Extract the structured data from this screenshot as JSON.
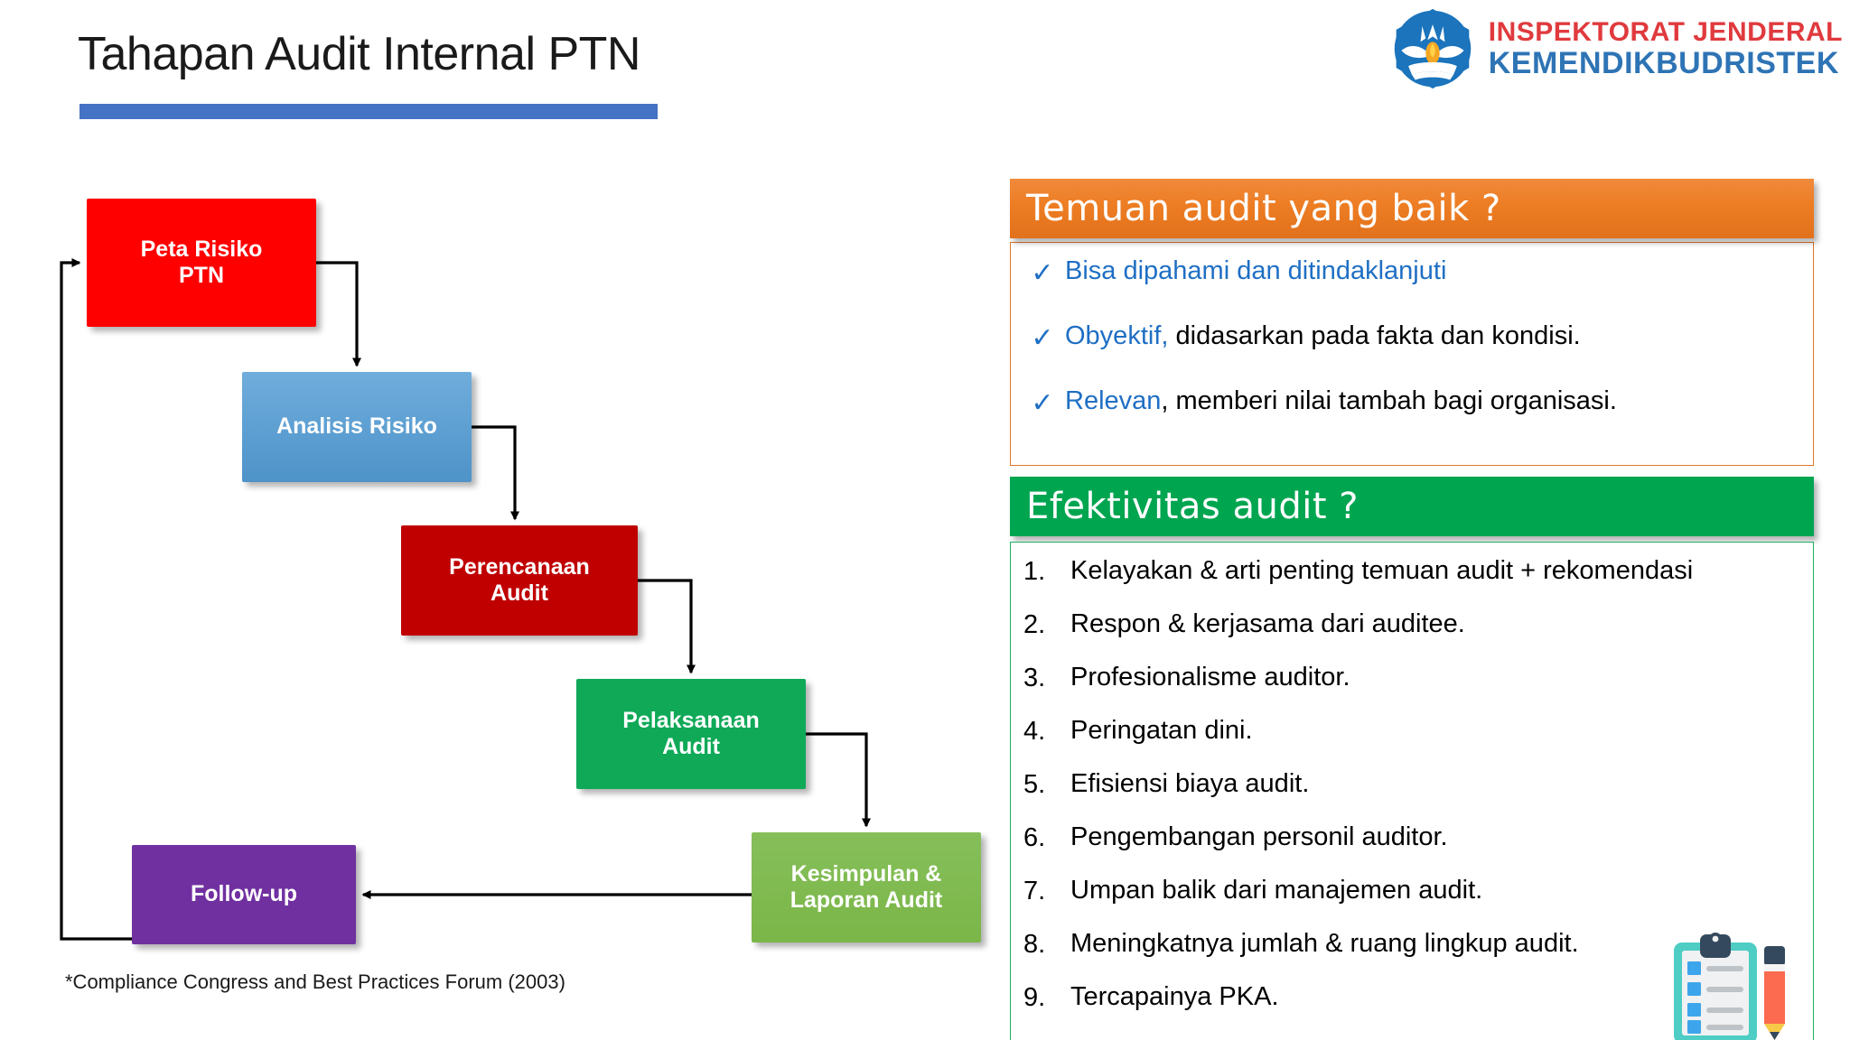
{
  "slide": {
    "title": "Tahapan Audit Internal PTN",
    "footnote": "*Compliance Congress and Best Practices Forum (2003)",
    "accent_color": "#4472C4"
  },
  "logo": {
    "emblem_name": "tut-wuri-handayani-emblem",
    "line1": "INSPEKTORAT JENDERAL",
    "line2": "KEMENDIKBUDRISTEK",
    "line1_color": "#E03A3E",
    "line2_color": "#2E74B5"
  },
  "flowchart": {
    "nodes": [
      {
        "id": "peta",
        "label": "Peta Risiko\nPTN",
        "color": "#FF0000"
      },
      {
        "id": "analisis",
        "label": "Analisis Risiko",
        "color": "#5B9BD5"
      },
      {
        "id": "perencanaan",
        "label": "Perencanaan\nAudit",
        "color": "#C00000"
      },
      {
        "id": "pelaksanaan",
        "label": "Pelaksanaan\nAudit",
        "color": "#0FA958"
      },
      {
        "id": "kesimpulan",
        "label": "Kesimpulan &\nLaporan Audit",
        "color": "#7EB852"
      },
      {
        "id": "followup",
        "label": "Follow-up",
        "color": "#7030A0"
      }
    ],
    "edges": [
      {
        "from": "peta",
        "to": "analisis"
      },
      {
        "from": "analisis",
        "to": "perencanaan"
      },
      {
        "from": "perencanaan",
        "to": "pelaksanaan"
      },
      {
        "from": "pelaksanaan",
        "to": "kesimpulan"
      },
      {
        "from": "kesimpulan",
        "to": "followup"
      },
      {
        "from": "followup",
        "to": "peta"
      }
    ]
  },
  "panels": {
    "temuan": {
      "header": "Temuan audit yang baik ?",
      "header_color": "#ED7D23",
      "items": [
        {
          "lead": "Bisa dipahami dan ditindaklanjuti",
          "rest": ""
        },
        {
          "lead": "Obyektif,",
          "rest": " didasarkan pada fakta dan kondisi."
        },
        {
          "lead": "Relevan",
          "rest": ", memberi nilai tambah bagi organisasi."
        }
      ],
      "check_glyph": "✓"
    },
    "efektivitas": {
      "header": "Efektivitas audit  ?",
      "header_color": "#00A550",
      "items": [
        {
          "n": "1.",
          "text": "Kelayakan & arti penting temuan audit + rekomendasi"
        },
        {
          "n": "2.",
          "text": "Respon & kerjasama dari auditee."
        },
        {
          "n": "3.",
          "text": "Profesionalisme auditor."
        },
        {
          "n": "4.",
          "text": "Peringatan dini."
        },
        {
          "n": "5.",
          "text": "Efisiensi biaya audit."
        },
        {
          "n": "6.",
          "text": "Pengembangan personil auditor."
        },
        {
          "n": "7.",
          "text": "Umpan balik dari manajemen audit."
        },
        {
          "n": "8.",
          "text": "Meningkatnya jumlah & ruang lingkup audit."
        },
        {
          "n": "9.",
          "text": "Tercapainya PKA."
        }
      ]
    }
  },
  "decoration": {
    "clipboard_icon_name": "clipboard-checklist-pencil-icon"
  }
}
